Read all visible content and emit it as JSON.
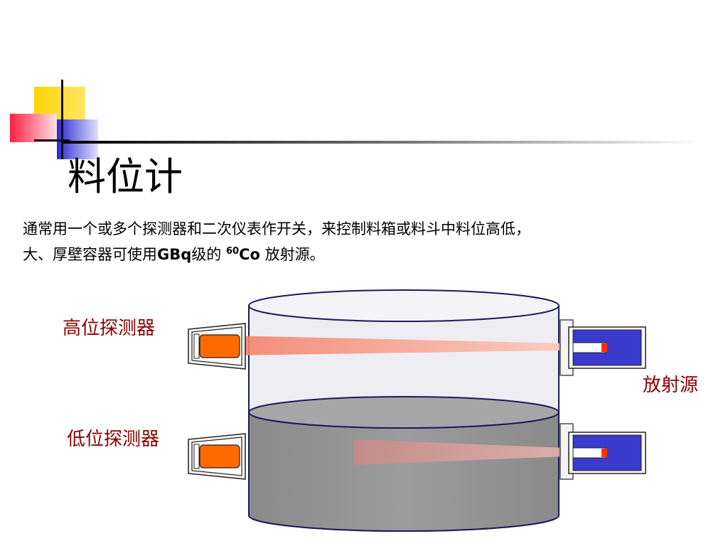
{
  "slide": {
    "title": "料位计",
    "line1": "通常用一个或多个探测器和二次仪表作开关，来控制料箱或料斗中料位高低，",
    "line2_prefix": "大、厚壁容器可使用",
    "line2_unit": "GBq",
    "line2_mid": "级的 ",
    "line2_isotope_mass": "60",
    "line2_isotope_symbol": "Co",
    "line2_suffix": " 放射源。"
  },
  "diagram": {
    "high_detector_label": "高位探测器",
    "low_detector_label": "低位探测器",
    "source_label": "放射源"
  },
  "colors": {
    "accent_yellow": "#ffd700",
    "accent_red": "#ff3344",
    "accent_blue": "#3333cc",
    "label_red": "#8b0000",
    "detector_orange": "#ff6a00",
    "source_blue": "#3a3acc",
    "beam": "#f08070",
    "material_gray": "#999999"
  }
}
